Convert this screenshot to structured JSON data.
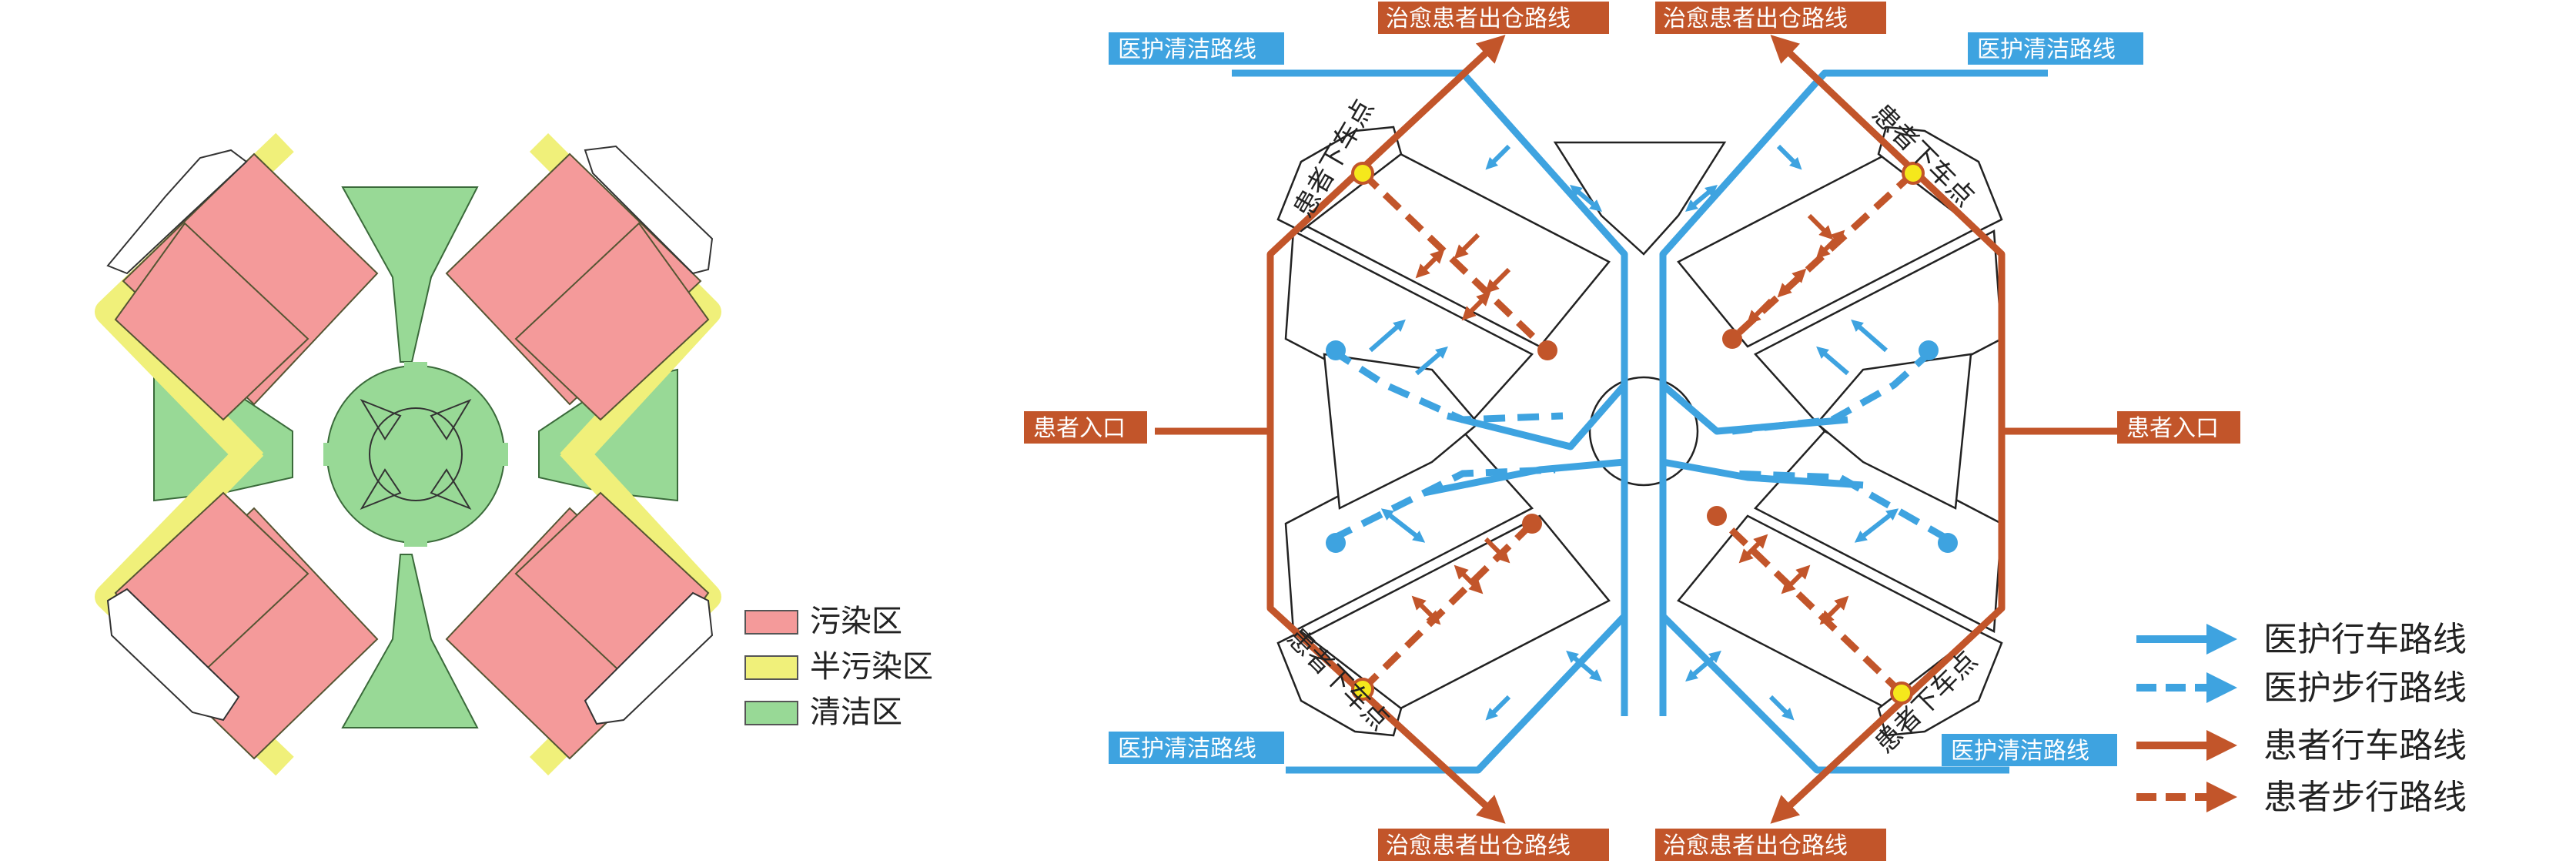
{
  "zone_legend": {
    "items": [
      {
        "label": "污染区",
        "color": "#f49a9a"
      },
      {
        "label": "半污染区",
        "color": "#f0f07a"
      },
      {
        "label": "清洁区",
        "color": "#98d996"
      }
    ]
  },
  "labels": {
    "medical_clean_route": "医护清洁路线",
    "cured_exit_route": "治愈患者出仓路线",
    "patient_entrance": "患者入口",
    "patient_dropoff": "患者下车点"
  },
  "route_legend": {
    "items": [
      {
        "label": "医护行车路线",
        "style": "solid",
        "color": "#3ea3e0"
      },
      {
        "label": "医护步行路线",
        "style": "dashed",
        "color": "#3ea3e0"
      },
      {
        "label": "患者行车路线",
        "style": "solid",
        "color": "#c2552a"
      },
      {
        "label": "患者步行路线",
        "style": "dashed",
        "color": "#c2552a"
      }
    ]
  },
  "colors": {
    "medical_blue": "#3ea3e0",
    "patient_orange": "#c2552a",
    "contaminated": "#f49a9a",
    "semi_contaminated": "#f0f07a",
    "clean": "#98d996",
    "dropoff_marker": "#f5e81c"
  }
}
